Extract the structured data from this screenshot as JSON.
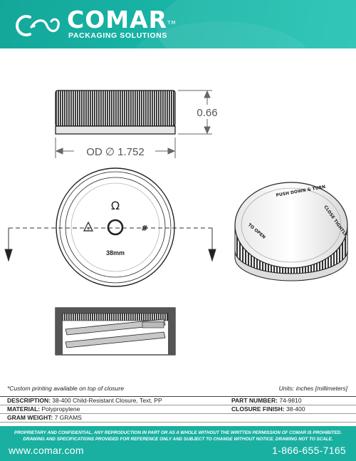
{
  "header": {
    "brand": "COMAR",
    "trademark": "TM",
    "tagline": "PACKAGING SOLUTIONS"
  },
  "drawing": {
    "height_dim": "0.66",
    "od_dim": "OD ∅ 1.752",
    "top_label": "38mm"
  },
  "notes": {
    "custom": "*Custom printing available on top of closure",
    "units": "Units: inches [millimeters]"
  },
  "specs": {
    "description_label": "DESCRIPTION:",
    "description_value": "38-400 Child-Resistant Closure, Text, PP",
    "part_number_label": "PART NUMBER:",
    "part_number_value": "74-9810",
    "material_label": "MATERIAL:",
    "material_value": "Polypropylene",
    "closure_finish_label": "CLOSURE FINISH:",
    "closure_finish_value": "38-400",
    "gram_weight_label": "GRAM WEIGHT:",
    "gram_weight_value": "7 GRAMS"
  },
  "footer": {
    "legal_line1": "PROPRIETARY AND CONFIDENTIAL. ANY REPRODUCTION IN PART OR AS A WHOLE WITHOUT THE WRITTEN PERMISSION OF COMAR IS PROHIBITED.",
    "legal_line2": "DRAWING AND SPECIFICATIONS PROVIDED FOR REFERENCE ONLY AND SUBJECT TO CHANGE WITHOUT NOTICE. DRAWING NOT TO SCALE.",
    "website": "www.comar.com",
    "phone": "1-866-655-7165"
  },
  "colors": {
    "brand_teal": "#19b0a2",
    "header_teal": "#13a79a"
  }
}
